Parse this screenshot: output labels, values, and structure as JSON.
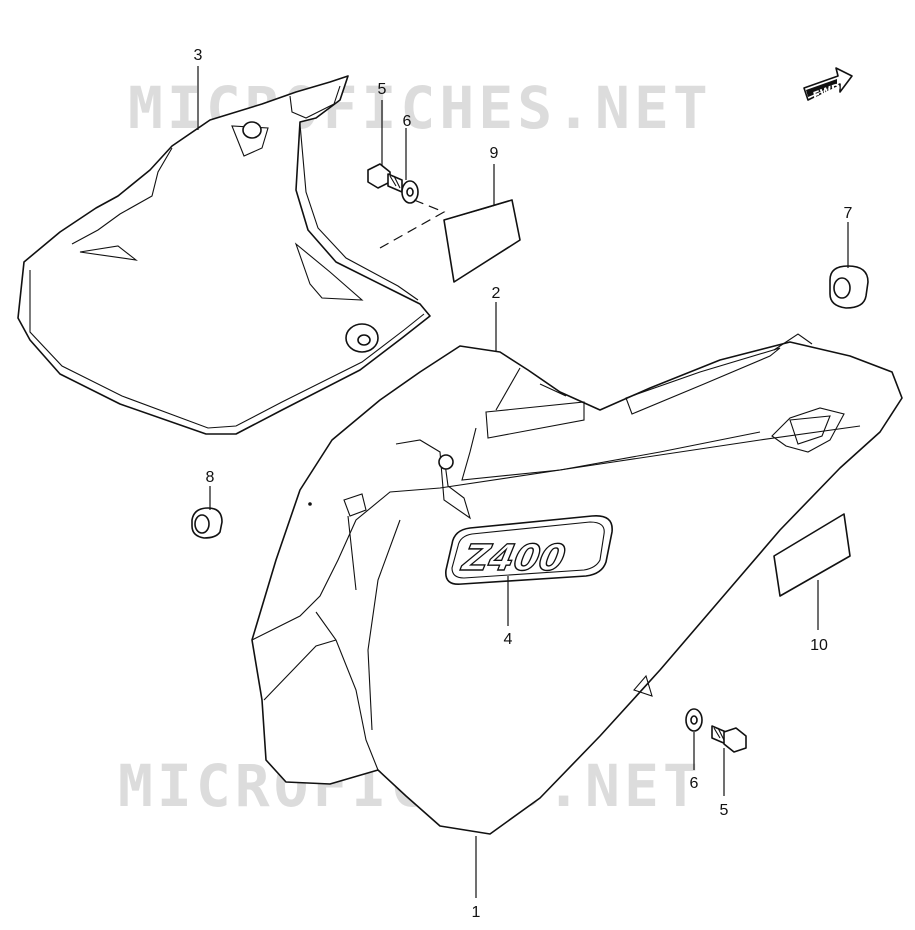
{
  "watermark": {
    "text": "MICROFICHES.NET"
  },
  "direction_arrow": {
    "label": "FWD"
  },
  "emblem": {
    "text": "Z400"
  },
  "callouts": [
    {
      "id": "callout-1",
      "label": "1"
    },
    {
      "id": "callout-2",
      "label": "2"
    },
    {
      "id": "callout-3",
      "label": "3"
    },
    {
      "id": "callout-4",
      "label": "4"
    },
    {
      "id": "callout-5-top",
      "label": "5"
    },
    {
      "id": "callout-5-bottom",
      "label": "5"
    },
    {
      "id": "callout-6-top",
      "label": "6"
    },
    {
      "id": "callout-6-bottom",
      "label": "6"
    },
    {
      "id": "callout-7",
      "label": "7"
    },
    {
      "id": "callout-8",
      "label": "8"
    },
    {
      "id": "callout-9",
      "label": "9"
    },
    {
      "id": "callout-10",
      "label": "10"
    }
  ],
  "colors": {
    "line": "#111111",
    "watermark": "#d6d6d6",
    "background": "#ffffff"
  }
}
